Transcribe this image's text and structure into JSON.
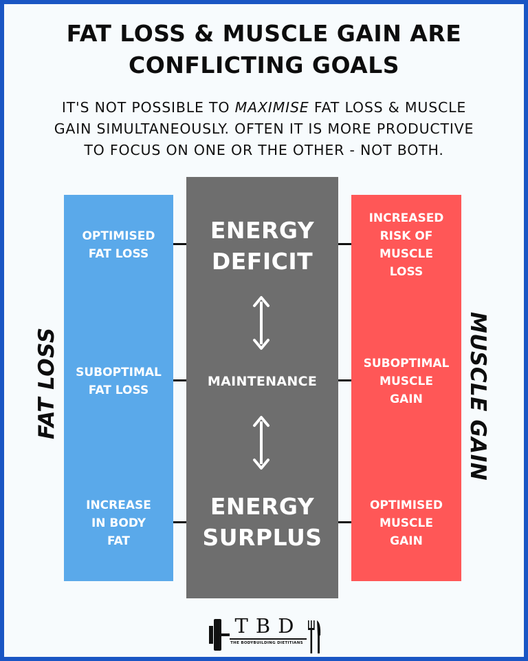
{
  "header": {
    "title_line1": "FAT LOSS & MUSCLE GAIN ARE",
    "title_line2": "CONFLICTING GOALS",
    "subtitle_pre": "IT'S NOT POSSIBLE TO ",
    "subtitle_em": "MAXIMISE",
    "subtitle_line1_post": " FAT LOSS & MUSCLE",
    "subtitle_line2": "GAIN SIMULTANEOUSLY. OFTEN IT IS MORE PRODUCTIVE",
    "subtitle_line3": "TO FOCUS ON ONE OR THE OTHER - NOT BOTH."
  },
  "side_labels": {
    "left": "FAT LOSS",
    "right": "MUSCLE GAIN"
  },
  "fat_loss_column": {
    "top": [
      "OPTIMISED",
      "FAT LOSS"
    ],
    "middle": [
      "SUBOPTIMAL",
      "FAT LOSS"
    ],
    "bottom": [
      "INCREASE",
      "IN BODY",
      "FAT"
    ]
  },
  "energy_column": {
    "top": [
      "ENERGY",
      "DEFICIT"
    ],
    "middle": "MAINTENANCE",
    "bottom": [
      "ENERGY",
      "SURPLUS"
    ]
  },
  "muscle_gain_column": {
    "top": [
      "INCREASED",
      "RISK OF",
      "MUSCLE",
      "LOSS"
    ],
    "middle": [
      "SUBOPTIMAL",
      "MUSCLE",
      "GAIN"
    ],
    "bottom": [
      "OPTIMISED",
      "MUSCLE",
      "GAIN"
    ]
  },
  "logo": {
    "letters": "TBD",
    "subtitle": "THE BODYBUILDING DIETITIANS"
  },
  "colors": {
    "border": "#1a56c4",
    "background": "#f7fbfd",
    "fat_loss": "#5aa9ea",
    "energy": "#6e6e6e",
    "muscle_gain": "#ff5757"
  },
  "icons": [
    "double-arrow-icon",
    "barbell-icon",
    "fork-icon",
    "knife-icon"
  ]
}
